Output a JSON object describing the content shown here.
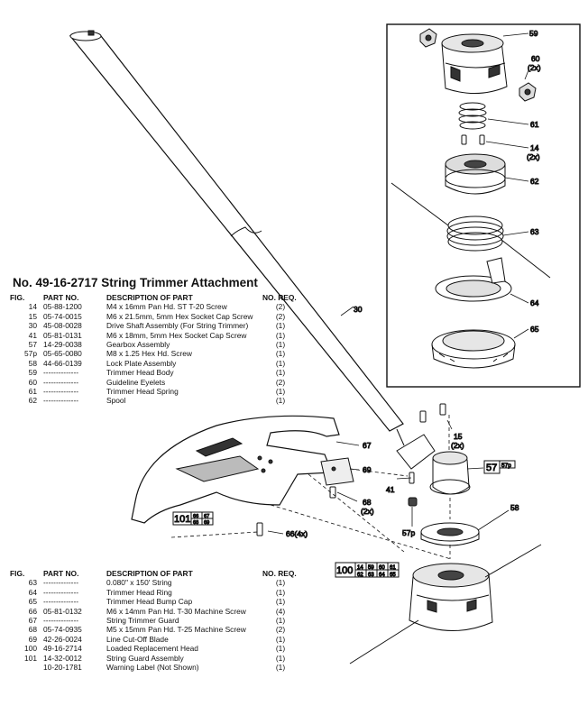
{
  "title": "No. 49-16-2717 String Trimmer Attachment",
  "table_headers": {
    "fig": "FIG.",
    "part": "PART NO.",
    "desc": "DESCRIPTION OF PART",
    "req": "NO. REQ."
  },
  "table1": [
    {
      "fig": "14",
      "part": "05-88-1200",
      "desc": "M4 x 16mm Pan Hd. ST T-20 Screw",
      "req": "(2)"
    },
    {
      "fig": "15",
      "part": "05-74-0015",
      "desc": "M6 x 21.5mm, 5mm Hex Socket Cap Screw",
      "req": "(2)"
    },
    {
      "fig": "30",
      "part": "45-08-0028",
      "desc": "Drive Shaft Assembly (For String Trimmer)",
      "req": "(1)"
    },
    {
      "fig": "41",
      "part": "05-81-0131",
      "desc": "M6 x 18mm, 5mm Hex Socket Cap Screw",
      "req": "(1)"
    },
    {
      "fig": "57",
      "part": "14-29-0038",
      "desc": "Gearbox Assembly",
      "req": "(1)"
    },
    {
      "fig": "57p",
      "part": "05-65-0080",
      "desc": "M8 x 1.25 Hex Hd. Screw",
      "req": "(1)"
    },
    {
      "fig": "58",
      "part": "44-66-0139",
      "desc": "Lock Plate Assembly",
      "req": "(1)"
    },
    {
      "fig": "59",
      "part": "--------------",
      "desc": "Trimmer Head Body",
      "req": "(1)"
    },
    {
      "fig": "60",
      "part": "--------------",
      "desc": "Guideline Eyelets",
      "req": "(2)"
    },
    {
      "fig": "61",
      "part": "--------------",
      "desc": "Trimmer Head Spring",
      "req": "(1)"
    },
    {
      "fig": "62",
      "part": "--------------",
      "desc": "Spool",
      "req": "(1)"
    }
  ],
  "table2": [
    {
      "fig": "63",
      "part": "--------------",
      "desc": "0.080\" x 150' String",
      "req": "(1)"
    },
    {
      "fig": "64",
      "part": "--------------",
      "desc": "Trimmer Head Ring",
      "req": "(1)"
    },
    {
      "fig": "65",
      "part": "--------------",
      "desc": "Trimmer Head Bump Cap",
      "req": "(1)"
    },
    {
      "fig": "66",
      "part": "05-81-0132",
      "desc": "M6 x 14mm Pan Hd. T-30 Machine Screw",
      "req": "(4)"
    },
    {
      "fig": "67",
      "part": "--------------",
      "desc": "String Trimmer Guard",
      "req": "(1)"
    },
    {
      "fig": "68",
      "part": "05-74-0935",
      "desc": "M5 x 15mm Pan Hd. T-25 Machine Screw",
      "req": "(2)"
    },
    {
      "fig": "69",
      "part": "42-26-0024",
      "desc": "Line Cut-Off Blade",
      "req": "(1)"
    },
    {
      "fig": "100",
      "part": "49-16-2714",
      "desc": "Loaded Replacement Head",
      "req": "(1)"
    },
    {
      "fig": "101",
      "part": "14-32-0012",
      "desc": "String Guard Assembly",
      "req": "(1)"
    },
    {
      "fig": "",
      "part": "10-20-1781",
      "desc": "Warning Label (Not Shown)",
      "req": "(1)"
    }
  ],
  "callouts": {
    "c30": "30",
    "c59": "59",
    "c60": "60",
    "c60q": "(2x)",
    "c61": "61",
    "c14": "14",
    "c14q": "(2x)",
    "c62": "62",
    "c63": "63",
    "c64": "64",
    "c65": "65",
    "c15": "15",
    "c15q": "(2x)",
    "c67": "67",
    "c69": "69",
    "c68": "68",
    "c68q": "(2x)",
    "c41": "41",
    "c57": "57",
    "c57b": "57p",
    "c57p": "57p",
    "c58": "58",
    "c66": "66(4x)"
  },
  "box101": {
    "num": "101",
    "refs": [
      "66",
      "67",
      "68",
      "69"
    ]
  },
  "box100": {
    "num": "100",
    "refs": [
      "14",
      "59",
      "60",
      "61",
      "62",
      "63",
      "64",
      "65"
    ]
  }
}
